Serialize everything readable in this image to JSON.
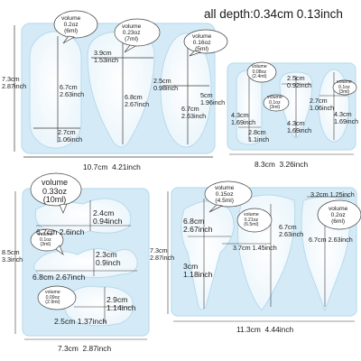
{
  "header": {
    "text": "all depth:0.34cm 0.13inch"
  },
  "mold1": {
    "width": {
      "cm": "10.7cm",
      "in": "4.21inch"
    },
    "height": {
      "cm": "7.3cm",
      "in": "2.87inch"
    },
    "bubble_a": [
      "volume",
      "0.2oz",
      "(6ml)"
    ],
    "bubble_b": [
      "volume",
      "0.23oz",
      "(7ml)"
    ],
    "bubble_c": [
      "volume",
      "0.16oz",
      "(5ml)"
    ],
    "d1": {
      "cm": "6.7cm",
      "in": "2.63inch"
    },
    "d2": {
      "cm": "2.7cm",
      "in": "1.06inch"
    },
    "d3": {
      "cm": "3.9cm",
      "in": "1.53inch"
    },
    "d4": {
      "cm": "6.8cm",
      "in": "2.67inch"
    },
    "d5": {
      "cm": "2.5cm",
      "in": "0.98inch"
    },
    "d6": {
      "cm": "5cm",
      "in": "1.96inch"
    },
    "d7": {
      "cm": "6.7cm",
      "in": "2.63inch"
    }
  },
  "mold2": {
    "width": {
      "cm": "8.3cm",
      "in": "3.26inch"
    },
    "bubble_a": [
      "volume",
      "0.08oz",
      "(2.4ml)"
    ],
    "bubble_b": [
      "volume",
      "0.1oz",
      "(3ml)"
    ],
    "bubble_c": [
      "volume",
      "0.1oz",
      "(3ml)"
    ],
    "d1": {
      "cm": "4.3cm",
      "in": "1.69inch"
    },
    "d2": {
      "cm": "2.8cm",
      "in": "1.1inch"
    },
    "d3": {
      "cm": "2.5cm",
      "in": "0.92inch"
    },
    "d4": {
      "cm": "4.3cm",
      "in": "1.69inch"
    },
    "d5": {
      "cm": "2.7cm",
      "in": "1.06inch"
    },
    "d6": {
      "cm": "4.3cm",
      "in": "1.69inch"
    }
  },
  "mold3": {
    "width": {
      "cm": "7.3cm",
      "in": "2.87inch"
    },
    "height": {
      "cm": "8.5cm",
      "in": "3.3inch"
    },
    "bubble_a": [
      "volume",
      "0.33oz",
      "(10ml)"
    ],
    "bubble_b": [
      "volume",
      "0.1oz",
      "(3ml)"
    ],
    "bubble_c": [
      "volume",
      "0.09oz",
      "(2.9ml)"
    ],
    "d1": {
      "cm": "2.4cm",
      "in": "0.94inch"
    },
    "d2": {
      "cm": "6.7cm",
      "in": "2.6inch"
    },
    "d3": {
      "cm": "2.3cm",
      "in": "0.9inch"
    },
    "d4": {
      "cm": "6.8cm",
      "in": "2.67inch"
    },
    "d5": {
      "cm": "2.9cm",
      "in": "1.14inch"
    },
    "d6": {
      "cm": "2.5cm",
      "in": "1.37inch"
    }
  },
  "mold4": {
    "width": {
      "cm": "11.3cm",
      "in": "4.44inch"
    },
    "height": {
      "cm": "7.3cm",
      "in": "2.87inch"
    },
    "bubble_a": [
      "volume",
      "0.15oz",
      "(4.5ml)"
    ],
    "bubble_b": [
      "volume",
      "0.21oz",
      "(6.5ml)"
    ],
    "bubble_c": [
      "volume",
      "0.2oz",
      "(6ml)"
    ],
    "d1": {
      "cm": "6.8cm",
      "in": "2.67inch"
    },
    "d2": {
      "cm": "3cm",
      "in": "1.18inch"
    },
    "d3": {
      "cm": "3.7cm",
      "in": "1.45inch"
    },
    "d4": {
      "cm": "6.7cm",
      "in": "2.63inch"
    },
    "d5": {
      "cm": "3.2cm",
      "in": "1.25inch"
    },
    "d6": {
      "cm": "6.7cm",
      "in": "2.63inch"
    }
  },
  "colors": {
    "mold_fill": "#d4ebf7",
    "mold_edge": "#bcdcee",
    "cavity": "#ffffff",
    "cavity_edge": "#b7d9ec",
    "line": "#3a3a3a"
  }
}
